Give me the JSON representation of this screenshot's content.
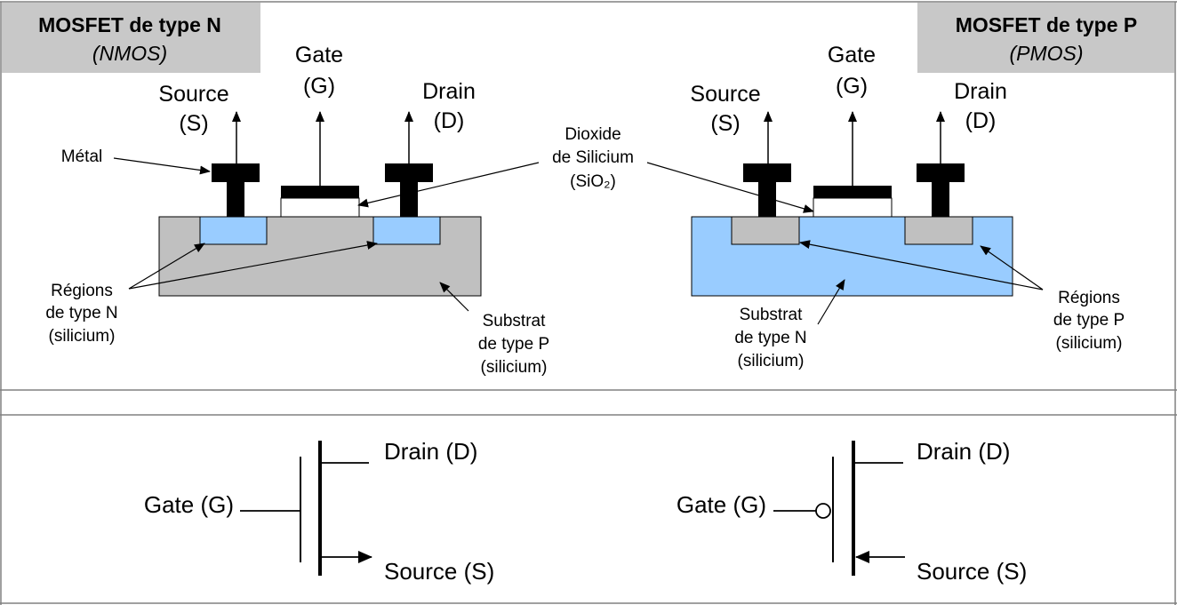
{
  "nmos": {
    "title": "MOSFET de type N",
    "subtitle": "(NMOS)",
    "source_name": "Source",
    "source_abbr": "(S)",
    "gate_name": "Gate",
    "gate_abbr": "(G)",
    "drain_name": "Drain",
    "drain_abbr": "(D)",
    "metal_label": "Métal",
    "regions_label": [
      "Régions",
      "de type N",
      "(silicium)"
    ],
    "substrate_label": [
      "Substrat",
      "de type P",
      "(silicium)"
    ]
  },
  "pmos": {
    "title": "MOSFET de type P",
    "subtitle": "(PMOS)",
    "source_name": "Source",
    "source_abbr": "(S)",
    "gate_name": "Gate",
    "gate_abbr": "(G)",
    "drain_name": "Drain",
    "drain_abbr": "(D)",
    "regions_label": [
      "Régions",
      "de type P",
      "(silicium)"
    ],
    "substrate_label": [
      "Substrat",
      "de type N",
      "(silicium)"
    ]
  },
  "oxide_label": [
    "Dioxide",
    "de Silicium",
    "(SiO₂)"
  ],
  "symbols": {
    "nmos": {
      "drain": "Drain (D)",
      "gate": "Gate (G)",
      "source": "Source (S)"
    },
    "pmos": {
      "drain": "Drain (D)",
      "gate": "Gate (G)",
      "source": "Source (S)"
    }
  },
  "colors": {
    "p_silicon": "#c0c0c0",
    "n_silicon": "#99ccff",
    "metal": "#000000",
    "title_bg": "#c8c8c8",
    "border": "#808080"
  }
}
